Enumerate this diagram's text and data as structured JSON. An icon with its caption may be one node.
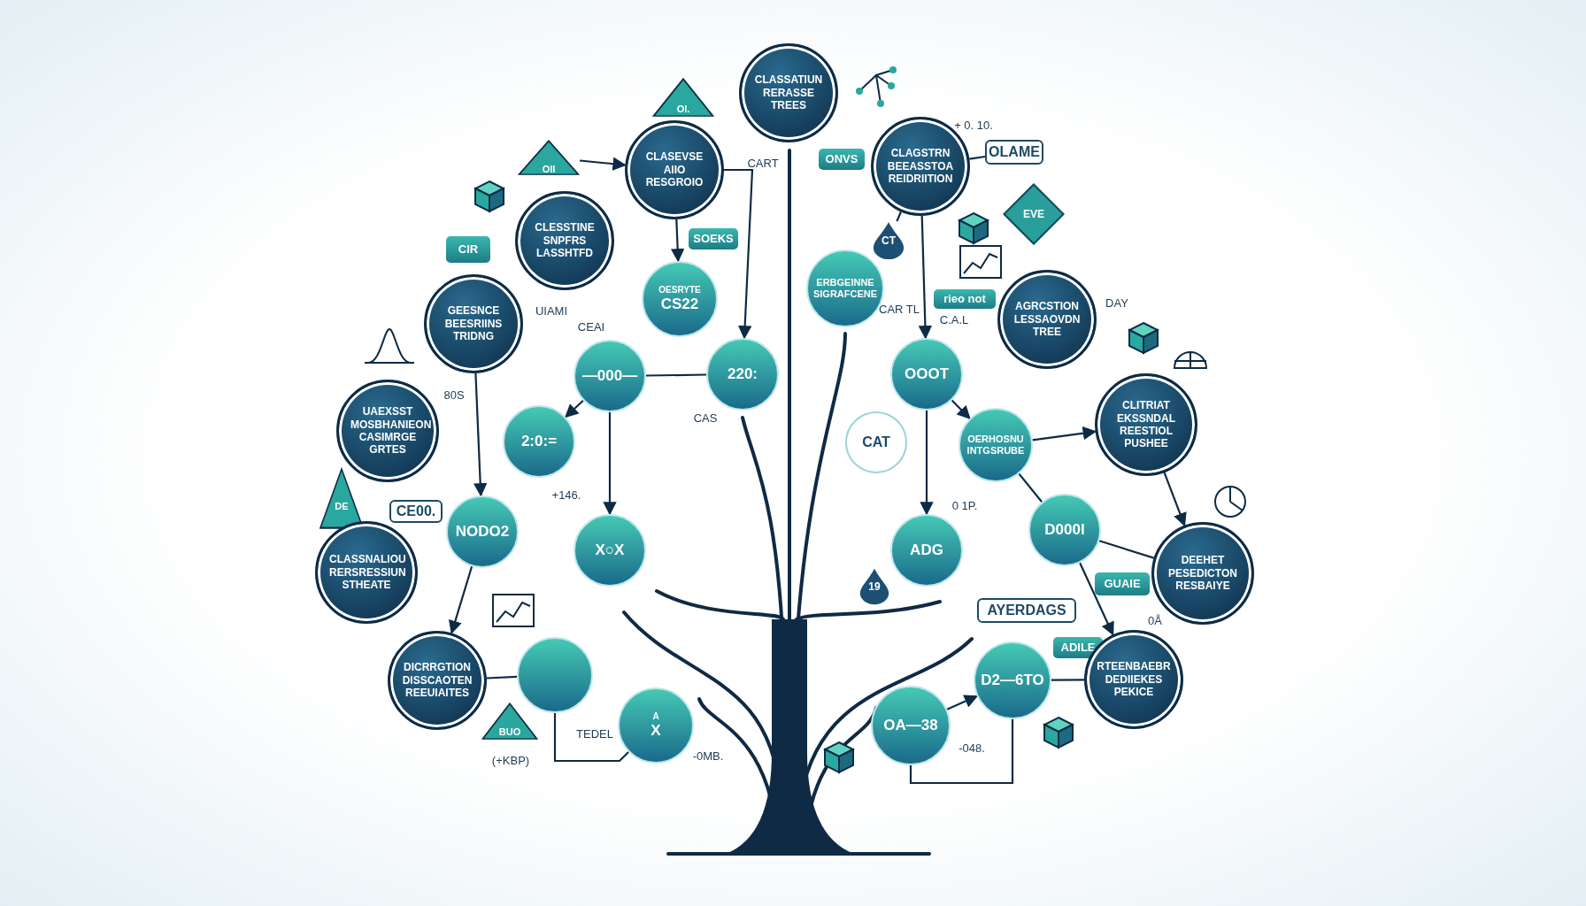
{
  "diagram": {
    "nodes": [
      {
        "text": [
          "CLASSATIUN RERASSE TREES"
        ]
      },
      {
        "text": [
          "OI."
        ]
      },
      {
        "text": [
          "OII"
        ]
      },
      {
        "text": [
          "ONVS"
        ]
      },
      {
        "text": [
          "OLAME"
        ]
      },
      {
        "text": [
          "CLAGSTRN BEEASSTOA REIDRIITION"
        ]
      },
      {
        "text": [
          "CLASEVSE AIIO RESGROIO"
        ]
      },
      {
        "text": [
          "EVE"
        ]
      },
      {
        "text": [
          "CIR"
        ]
      },
      {
        "text": [
          "CLESSTINE SNPFRS LASSHTFD"
        ]
      },
      {
        "text": [
          "SOEKS"
        ]
      },
      {
        "text": [
          "CT"
        ]
      },
      {
        "text": [
          "ERBGEINNE SIGRAFCENE"
        ]
      },
      {
        "text": [
          "OESRYTE",
          "CS22"
        ]
      },
      {
        "text": [
          "rieo not"
        ]
      },
      {
        "text": [
          "AGRCSTION LESSAOVDN TREE"
        ],
        "beside": [
          "DAY"
        ]
      },
      {
        "text": [
          "GEESNCE BEESRIINS TRIDNG"
        ]
      },
      {
        "text": [
          "—000—"
        ]
      },
      {
        "text": [
          "220:"
        ]
      },
      {
        "text": [
          "OOOT"
        ]
      },
      {
        "text": [
          "CLITRIAT EKSSNDAL REESTIOL PUSHEE"
        ]
      },
      {
        "text": [
          "UAEXSST MOSBHANIEON CASIMRGE GRTES"
        ]
      },
      {
        "text": [
          "2:0:="
        ]
      },
      {
        "text": [
          "CAT"
        ]
      },
      {
        "text": [
          "OERHOSNU INTGSRUBE"
        ]
      },
      {
        "text": [
          "DE"
        ]
      },
      {
        "text": [
          "CE00."
        ]
      },
      {
        "text": [
          "D000I"
        ]
      },
      {
        "text": [
          "NODO2"
        ]
      },
      {
        "text": [
          "X○X"
        ]
      },
      {
        "text": [
          "ADG"
        ]
      },
      {
        "text": [
          "GUAIE"
        ]
      },
      {
        "text": [
          "CLASSNALIOU RERSRESSIUN STHEATE"
        ]
      },
      {
        "text": [
          "DEEHET PESEDICTON RESBAIYE"
        ]
      },
      {
        "text": [
          "19"
        ]
      },
      {
        "text": [
          "AYERDAGS"
        ]
      },
      {
        "text": [
          "ADILE"
        ]
      },
      {
        "text": [],
        "shape": "circle"
      },
      {
        "text": [
          "DICRRGTION DISSCAOTEN REEUIAITES"
        ]
      },
      {
        "text": [
          "D2—6TO"
        ]
      },
      {
        "text": [
          "RTEENBAEBR DEDIIEKES PEKICE"
        ]
      },
      {
        "text": [
          "BUO"
        ]
      },
      {
        "text": [
          "A",
          "X"
        ]
      },
      {
        "text": [
          "OA—38"
        ]
      }
    ],
    "edges": [
      {
        "from": 2,
        "to": 6,
        "arrow": "to"
      },
      {
        "from": 6,
        "to": 13,
        "arrow": "to"
      },
      {
        "from": 6,
        "to": 18,
        "arrow": "to"
      },
      {
        "from": 5,
        "to": 19,
        "arrow": "to"
      },
      {
        "from": 5,
        "to": 4,
        "arrow": "none"
      },
      {
        "from": 5,
        "to": 11,
        "arrow": "none"
      },
      {
        "from": 16,
        "to": 28,
        "arrow": "to"
      },
      {
        "from": 17,
        "to": 22,
        "arrow": "to"
      },
      {
        "from": 17,
        "to": 18,
        "arrow": "none"
      },
      {
        "from": 17,
        "to": 29,
        "arrow": "to"
      },
      {
        "from": 28,
        "to": 38,
        "arrow": "to"
      },
      {
        "from": 38,
        "to": 37,
        "arrow": "none"
      },
      {
        "from": 37,
        "to": 42,
        "arrow": "none"
      },
      {
        "from": 19,
        "to": 24,
        "arrow": "to"
      },
      {
        "from": 19,
        "to": 30,
        "arrow": "to"
      },
      {
        "from": 24,
        "to": 20,
        "arrow": "to"
      },
      {
        "from": 24,
        "to": 27,
        "arrow": "none"
      },
      {
        "from": 20,
        "to": 33,
        "arrow": "to"
      },
      {
        "from": 27,
        "to": 40,
        "arrow": "to"
      },
      {
        "from": 27,
        "to": 33,
        "arrow": "none"
      },
      {
        "from": 39,
        "to": 40,
        "arrow": "none"
      },
      {
        "from": 43,
        "to": 39,
        "arrow": "to"
      },
      {
        "from": 43,
        "to": 39,
        "arrow": "none"
      }
    ],
    "labels": [
      "+ 0. 10.",
      "CART",
      "UIAMI",
      "CEAI",
      "CAR TL",
      "C.A.L",
      "80S",
      "CAS",
      "+146.",
      "0 1P.",
      "TEDEL",
      "(+KBP)",
      "-0MB.",
      "-048.",
      "0Å"
    ]
  }
}
